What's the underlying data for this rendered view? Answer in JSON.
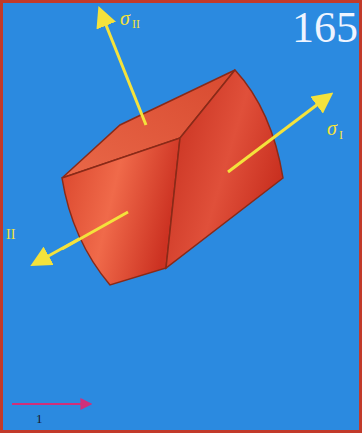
{
  "diagram": {
    "labels": [
      "165",
      "σ",
      "II",
      "σ",
      "I",
      "II",
      "1"
    ]
  }
}
